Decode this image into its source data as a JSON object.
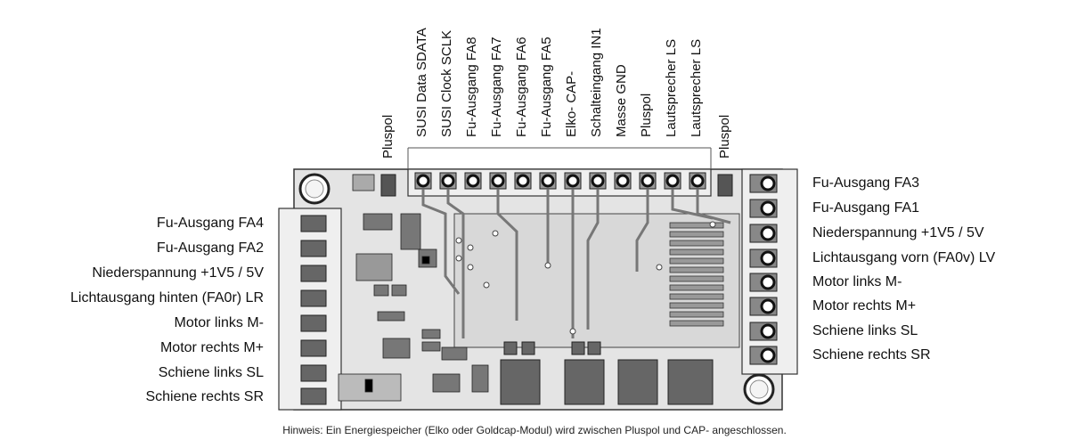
{
  "left_labels": [
    "Fu-Ausgang FA4",
    "Fu-Ausgang FA2",
    "Niederspannung +1V5 / 5V",
    "Lichtausgang hinten (FA0r) LR",
    "Motor links M-",
    "Motor rechts M+",
    "Schiene links SL",
    "Schiene rechts SR"
  ],
  "right_labels": [
    "Fu-Ausgang FA3",
    "Fu-Ausgang FA1",
    "Niederspannung +1V5 / 5V",
    "Lichtausgang vorn (FA0v) LV",
    "Motor links M-",
    "Motor rechts M+",
    "Schiene links SL",
    "Schiene rechts SR"
  ],
  "top_labels": [
    "SUSI Data SDATA",
    "SUSI Clock SCLK",
    "Fu-Ausgang FA8",
    "Fu-Ausgang FA7",
    "Fu-Ausgang FA6",
    "Fu-Ausgang FA5",
    "Elko- CAP-",
    "Schalteingang IN1",
    "Masse GND",
    "Pluspol",
    "Lautsprecher LS",
    "Lautsprecher LS"
  ],
  "pluspol_left": "Pluspol",
  "pluspol_right": "Pluspol",
  "note": "Hinweis: Ein Energiespeicher (Elko oder Goldcap-Modul) wird zwischen Pluspol und CAP- angeschlossen."
}
